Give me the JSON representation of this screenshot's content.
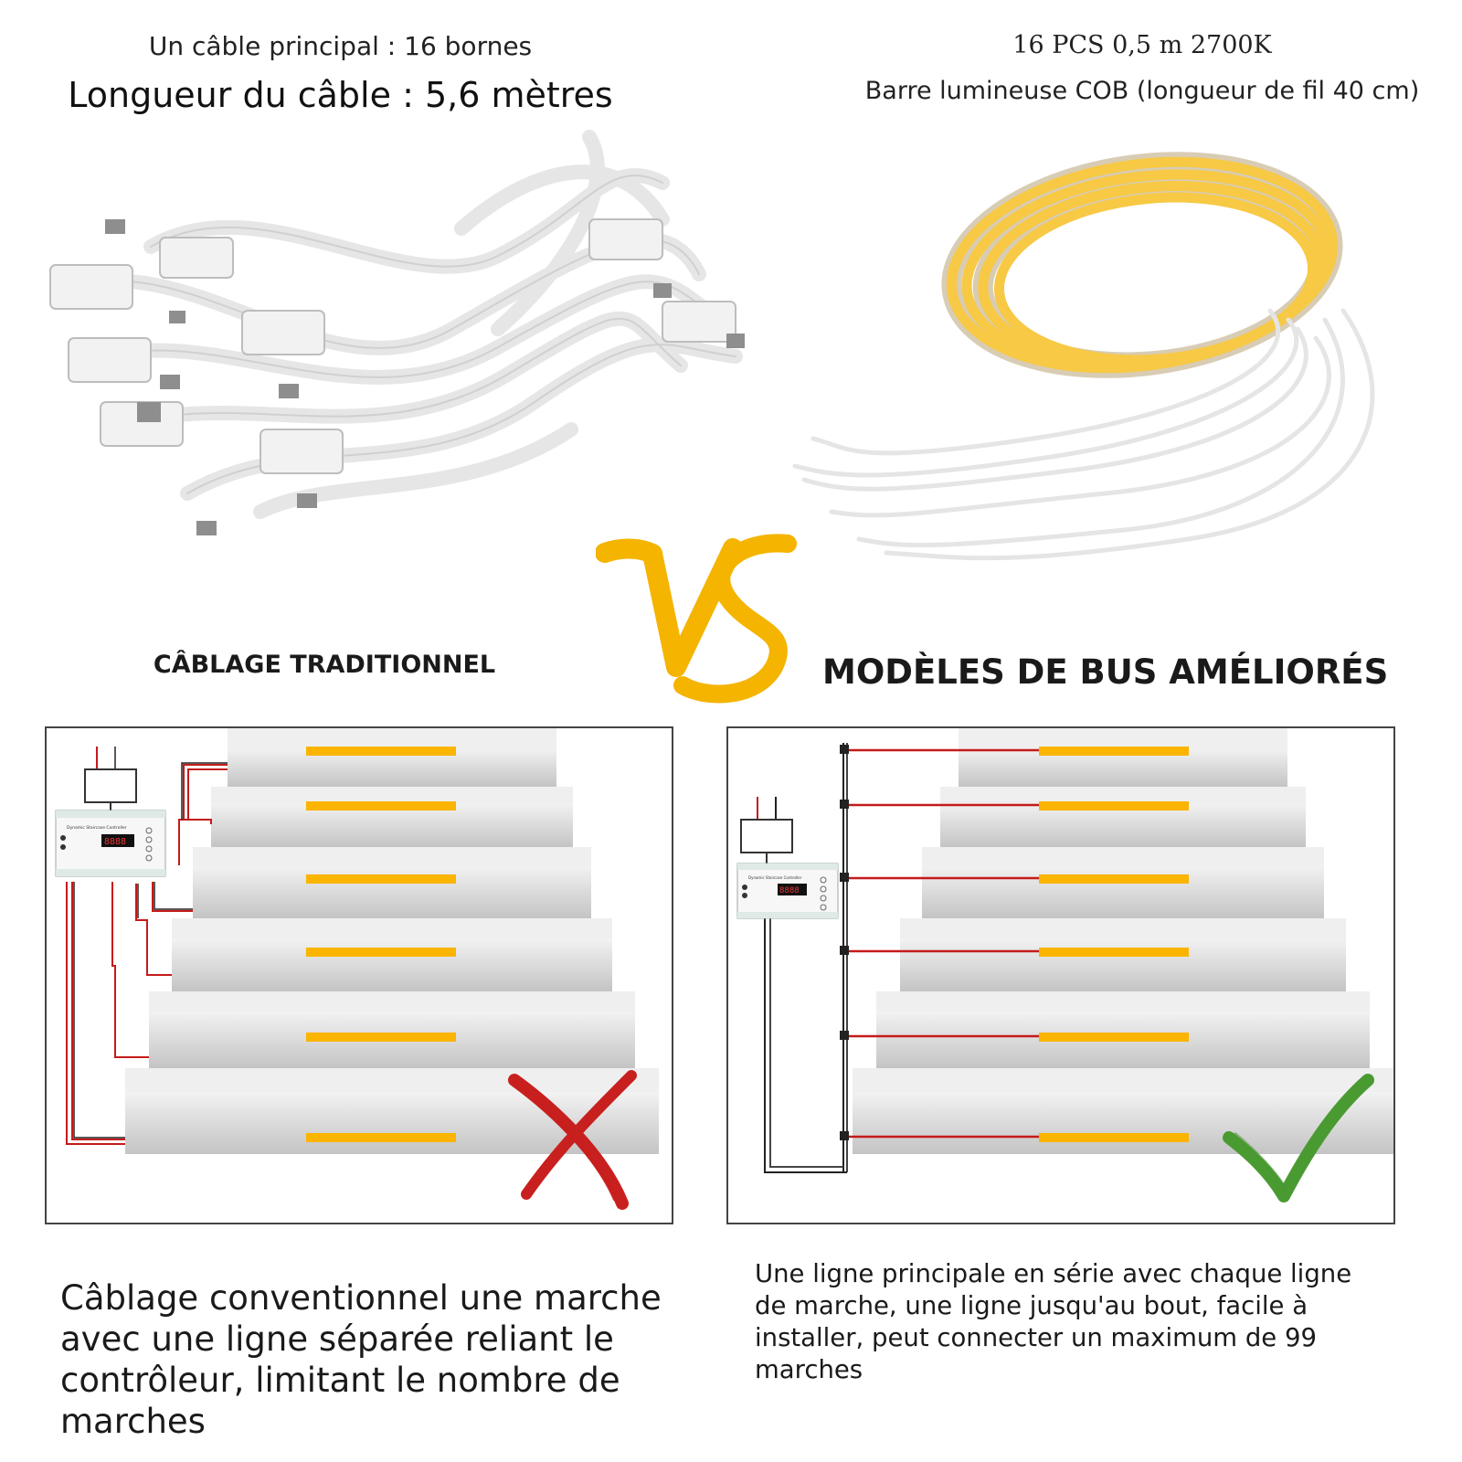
{
  "top_left": {
    "line1": "Un câble principal : 16 bornes",
    "line2": "Longueur du câble : 5,6 mètres"
  },
  "top_right": {
    "line1": "16 PCS 0,5 m 2700K",
    "line2": "Barre lumineuse COB (longueur de fil 40 cm)"
  },
  "vs_graphic": {
    "color": "#f4b400"
  },
  "traditional": {
    "title": "CÂBLAGE TRADITIONNEL",
    "controller": {
      "name": "Dynamic Staircase Controller",
      "display": "8888"
    },
    "verdict": "cross-icon",
    "verdict_color": "#c8201e",
    "description": "Câblage conventionnel une marche avec une ligne séparée reliant le contrôleur, limitant le nombre de marches"
  },
  "bus": {
    "title": "MODÈLES DE BUS AMÉLIORÉS",
    "controller": {
      "name": "Dynamic Staircase Controller",
      "display": "8888"
    },
    "verdict": "check-icon",
    "verdict_color": "#4a9a32",
    "description": "Une ligne principale en série avec chaque ligne de marche, une ligne jusqu'au bout, facile à installer, peut connecter un maximum de 99 marches"
  },
  "colors": {
    "led_strip": "#fbb400",
    "wire": "#c51a1a",
    "step": "#cfcfcf"
  }
}
